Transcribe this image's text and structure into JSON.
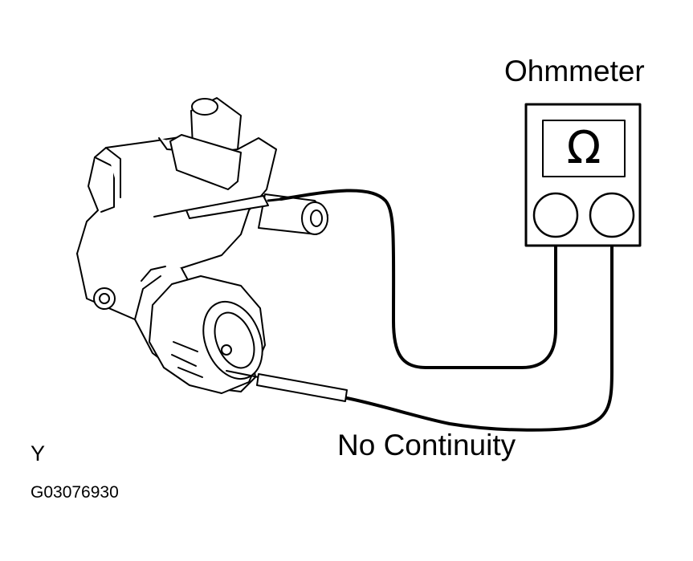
{
  "meter": {
    "title": "Ohmmeter",
    "symbol": "Ω"
  },
  "result_text": "No Continuity",
  "corner_label": "Y",
  "figure_code": "G03076930",
  "colors": {
    "ink": "#000000",
    "paper": "#ffffff"
  }
}
